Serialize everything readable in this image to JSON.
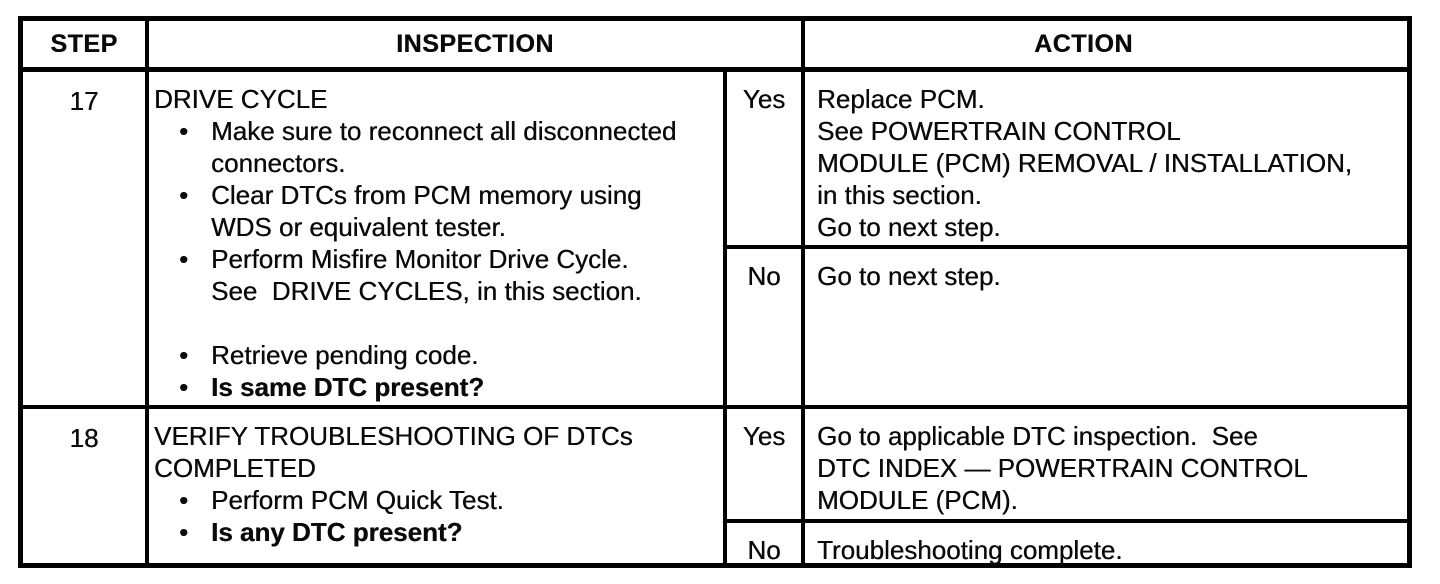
{
  "glyphs": {
    "bullet": "•"
  },
  "header": {
    "step": "STEP",
    "inspection": "INSPECTION",
    "action": "ACTION"
  },
  "rows": [
    {
      "step": "17",
      "title_lines": [
        "DRIVE CYCLE"
      ],
      "bullets": [
        {
          "bold": false,
          "lines": [
            "Make sure to reconnect all disconnected",
            "connectors."
          ]
        },
        {
          "bold": false,
          "lines": [
            "Clear DTCs from PCM memory using",
            "WDS or equivalent tester."
          ]
        },
        {
          "bold": false,
          "lines": [
            "Perform Misfire Monitor Drive Cycle.",
            "See  DRIVE CYCLES, in this section."
          ]
        },
        {
          "bold": false,
          "lines": [
            "Retrieve pending code."
          ]
        },
        {
          "bold": true,
          "lines": [
            "Is same DTC present?"
          ]
        }
      ],
      "branches": [
        {
          "answer": "Yes",
          "action_lines": [
            "Replace PCM.",
            "See POWERTRAIN CONTROL",
            "MODULE (PCM) REMOVAL / INSTALLATION,",
            "in this section.",
            "Go to next step."
          ]
        },
        {
          "answer": "No",
          "action_lines": [
            "Go to next step."
          ]
        }
      ]
    },
    {
      "step": "18",
      "title_lines": [
        "VERIFY TROUBLESHOOTING OF DTCs",
        "COMPLETED"
      ],
      "bullets": [
        {
          "bold": false,
          "lines": [
            "Perform PCM Quick Test."
          ]
        },
        {
          "bold": true,
          "lines": [
            "Is any DTC present?"
          ]
        }
      ],
      "branches": [
        {
          "answer": "Yes",
          "action_lines": [
            "Go to applicable DTC inspection.  See",
            "DTC INDEX — POWERTRAIN CONTROL",
            "MODULE (PCM)."
          ]
        },
        {
          "answer": "No",
          "action_lines": [
            "Troubleshooting complete."
          ]
        }
      ]
    }
  ]
}
